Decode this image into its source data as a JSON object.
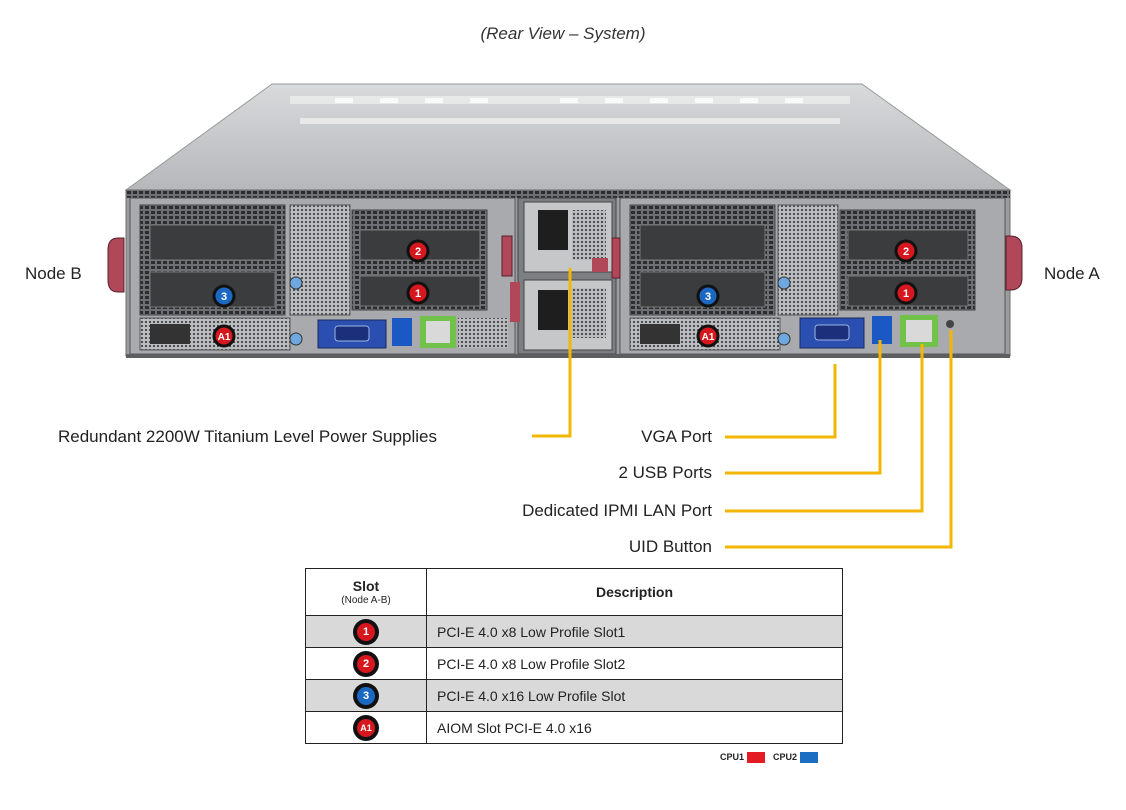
{
  "title": "(Rear View – System)",
  "nodes": {
    "left": "Node B",
    "right": "Node A"
  },
  "callouts": {
    "power": "Redundant  2200W Titanium  Level Power Supplies",
    "vga": "VGA Port",
    "usb": "2 USB Ports",
    "ipmi": "Dedicated IPMI  LAN Port",
    "uid": "UID  Button"
  },
  "table": {
    "col1_header": "Slot",
    "col1_subheader": "(Node A-B)",
    "col2_header": "Description",
    "rows": [
      {
        "badge": "1",
        "badge_color": "red",
        "description": "PCI-E 4.0 x8 Low Profile Slot1"
      },
      {
        "badge": "2",
        "badge_color": "red",
        "description": "PCI-E 4.0 x8 Low Profile Slot2"
      },
      {
        "badge": "3",
        "badge_color": "blue",
        "description": "PCI-E 4.0 x16 Low Profile Slot"
      },
      {
        "badge": "A1",
        "badge_color": "red",
        "description": "AIOM Slot PCI-E 4.0 x16"
      }
    ]
  },
  "legend": {
    "cpu1_label": "CPU1",
    "cpu1_color": "#e31b23",
    "cpu2_label": "CPU2",
    "cpu2_color": "#1b6ec2"
  },
  "colors": {
    "callout_line": "#f2b705",
    "chassis": "#8a8c8e"
  }
}
